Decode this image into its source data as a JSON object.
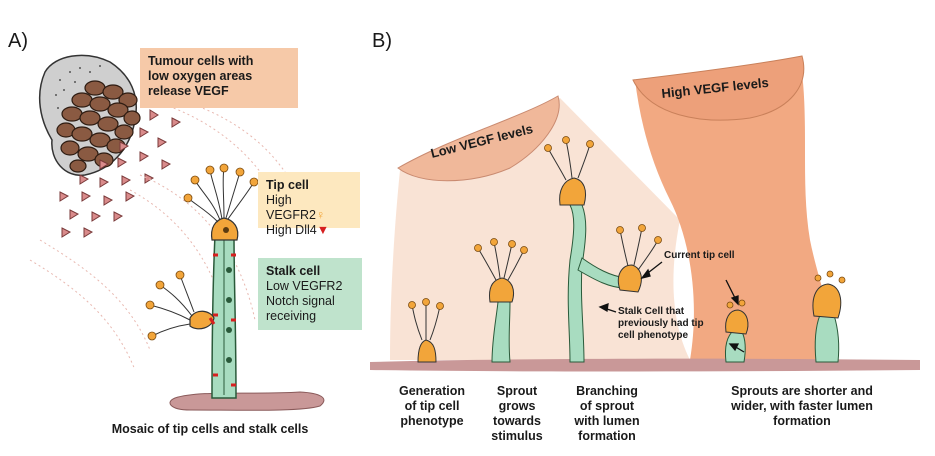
{
  "panel_a": {
    "label": "A)",
    "tumour_box": {
      "line1": "Tumour cells with",
      "line2": "low oxygen areas",
      "line3": "release VEGF",
      "color": "#f6c9a8"
    },
    "tip_box": {
      "title": "Tip cell",
      "line1": "High VEGFR2",
      "line2": "High Dll4",
      "color": "#fde8bf"
    },
    "stalk_box": {
      "title": "Stalk cell",
      "line1": "Low VEGFR2",
      "line2": "Notch signal",
      "line3": "receiving",
      "color": "#bfe3cc"
    },
    "caption": "Mosaic of tip cells and stalk cells"
  },
  "panel_b": {
    "label": "B)",
    "low_vegf": "Low VEGF levels",
    "high_vegf": "High VEGF levels",
    "current_tip": "Current tip cell",
    "stalk_note": {
      "line1": "Stalk Cell that",
      "line2": "previously had tip",
      "line3": "cell phenotype"
    },
    "captions": {
      "c1": {
        "line1": "Generation",
        "line2": "of tip cell",
        "line3": "phenotype"
      },
      "c2": {
        "line1": "Sprout",
        "line2": "grows",
        "line3": "towards",
        "line4": "stimulus"
      },
      "c3": {
        "line1": "Branching",
        "line2": "of sprout",
        "line3": "with lumen",
        "line4": "formation"
      },
      "c4": {
        "line1": "Sprouts are shorter and",
        "line2": "wider, with faster lumen",
        "line3": "formation"
      }
    }
  },
  "colors": {
    "tip_orange": "#f2a53a",
    "stalk_green": "#a8dcc0",
    "junction_red": "#d62020",
    "membrane_pink": "#c99898",
    "vegf_high": "#f2a982",
    "vegf_low": "#f7dccb"
  }
}
